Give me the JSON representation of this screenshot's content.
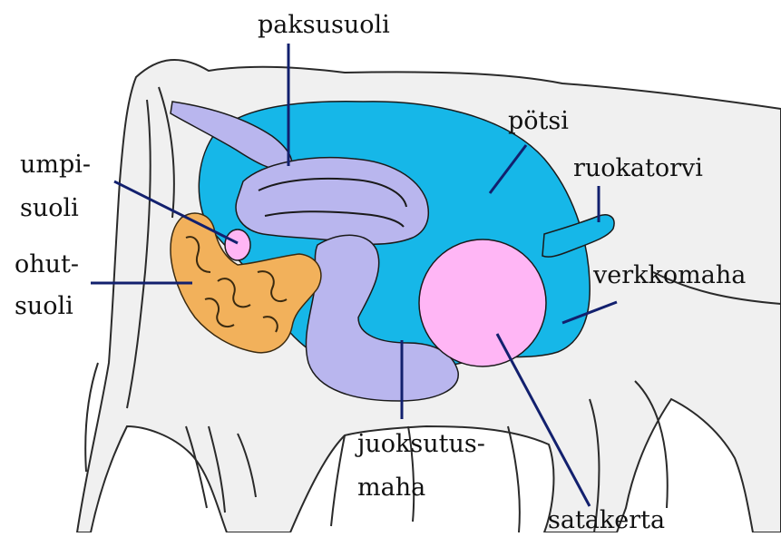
{
  "labels": {
    "paksusuoli": "paksusuoli",
    "potsi": "pötsi",
    "ruokatorvi": "ruokatorvi",
    "umpi_line1": "umpi-",
    "umpi_line2": "suoli",
    "ohut_line1": "ohut-",
    "ohut_line2": "suoli",
    "verkkomaha": "verkkomaha",
    "juoksutus_line1": "juoksutus-",
    "juoksutus_line2": "maha",
    "satakerta": "satakerta"
  },
  "colors": {
    "body_fill": "#f0f0f0",
    "body_outline": "#2a2a2a",
    "rumen": "#16b7e8",
    "large_intestine": "#b9b6ee",
    "abomasum": "#b9b6ee",
    "omasum": "#ffb6f5",
    "caecum": "#ffb6f5",
    "small_intestine": "#f2b15b",
    "pointer_lines": "#12206e"
  }
}
